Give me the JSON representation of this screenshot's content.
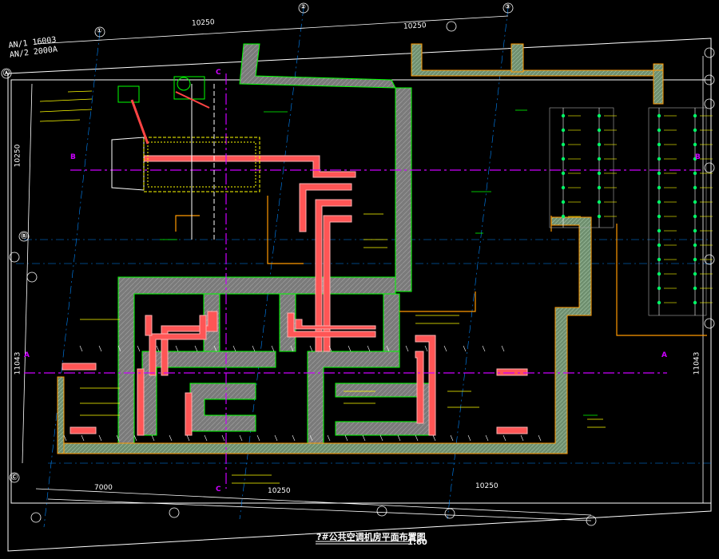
{
  "drawing": {
    "title": "?#公共空调机房平面布置图",
    "scale": "1:60",
    "corner_line1": "AN/1 16003",
    "corner_line2": "AN/2 2000A"
  },
  "dims": {
    "top_left": "10250",
    "top_right": "10250",
    "bottom_left": "7000",
    "bottom_mid": "10250",
    "bottom_right": "10250",
    "left_upper": "10250",
    "left_lower": "11043",
    "right_lower": "11043"
  },
  "axes": {
    "top": [
      "①",
      "②",
      "③"
    ],
    "left": [
      "Ⓐ",
      "Ⓑ",
      "Ⓒ"
    ],
    "section_a": "A",
    "section_b": "B",
    "section_c": "C"
  },
  "colors": {
    "wall_fill": "#808080",
    "wall_outline": "#00ff00",
    "outer_wall": "#ff9900",
    "duct_red": "#ff2a2a",
    "duct_pink": "#ffb0b0",
    "section_line": "#cc00ff",
    "grid_line": "#00aaff",
    "annotation": "#ffff00",
    "equipment": "#00ff00",
    "border": "#ffffff"
  }
}
